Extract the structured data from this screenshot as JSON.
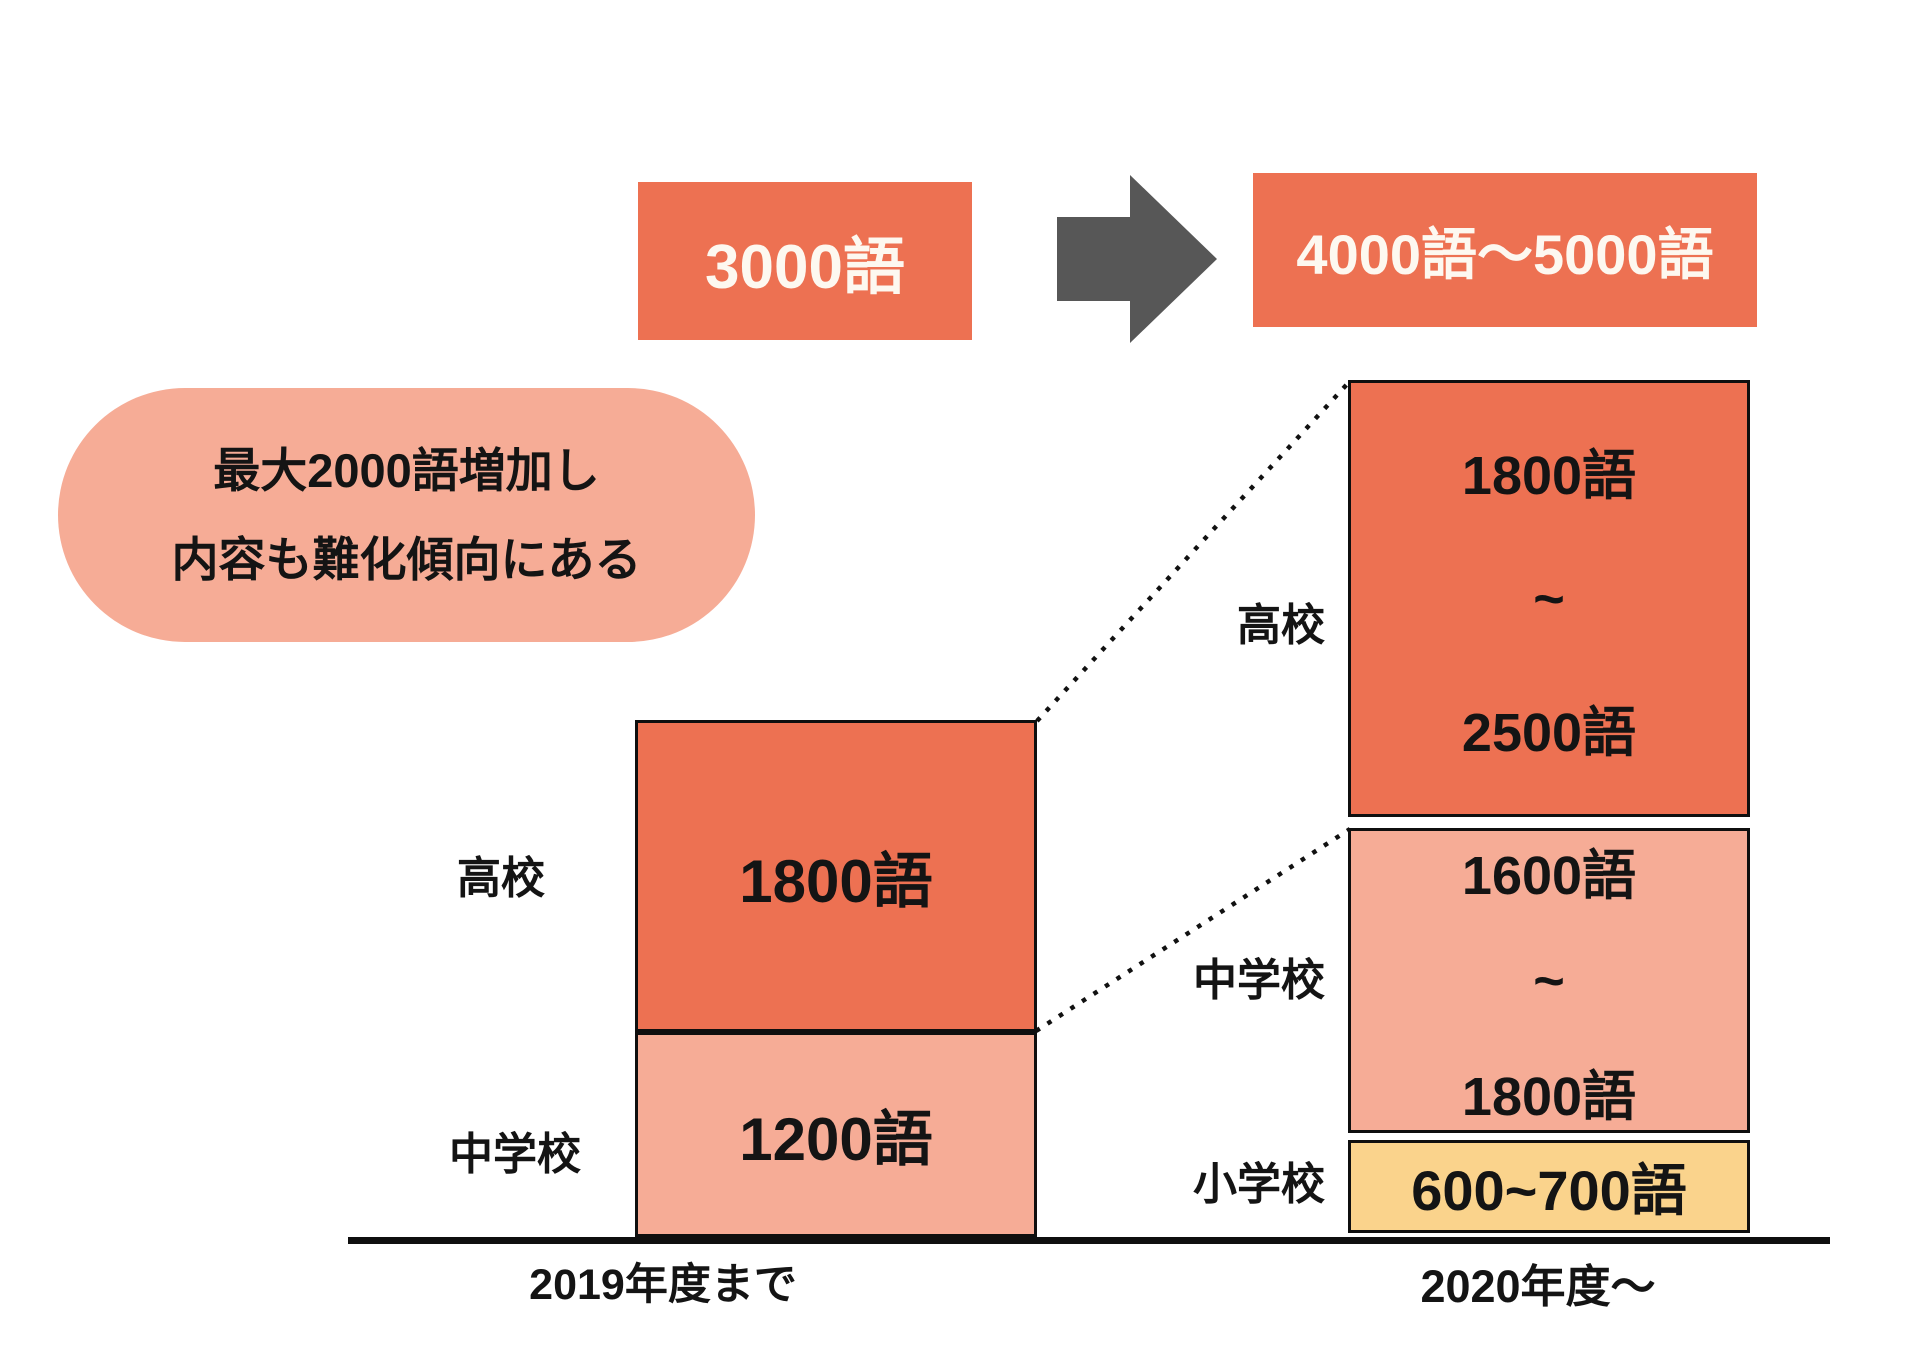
{
  "colors": {
    "orange": "#ED7152",
    "salmon": "#F6AC96",
    "yellow": "#FAD38C",
    "arrowgray": "#575757",
    "ink": "#141414",
    "cream": "#FDF8F0",
    "paper": "#FFFFFF"
  },
  "summary": {
    "before_total": "3000語",
    "after_total": "4000語〜5000語"
  },
  "callout": {
    "line1": "最大2000語増加し",
    "line2": "内容も難化傾向にある"
  },
  "bars": {
    "before": {
      "axis_label": "2019年度まで",
      "segments": [
        {
          "school": "高校",
          "lines": [
            "1800語"
          ]
        },
        {
          "school": "中学校",
          "lines": [
            "1200語"
          ]
        }
      ]
    },
    "after": {
      "axis_label": "2020年度〜",
      "segments": [
        {
          "school": "高校",
          "lines": [
            "1800語",
            "~",
            "2500語"
          ]
        },
        {
          "school": "中学校",
          "lines": [
            "1600語",
            "~",
            "1800語"
          ]
        },
        {
          "school": "小学校",
          "lines": [
            "600~700語"
          ]
        }
      ]
    }
  },
  "chart_data": {
    "type": "bar",
    "subtype": "stacked-column",
    "title": "",
    "unit": "語",
    "categories": [
      "2019年度まで",
      "2020年度〜"
    ],
    "series": [
      {
        "name": "高校",
        "color": "#ED7152",
        "values_min": [
          1800,
          1800
        ],
        "values_max": [
          1800,
          2500
        ],
        "labels": [
          "1800語",
          "1800語~2500語"
        ]
      },
      {
        "name": "中学校",
        "color": "#F6AC96",
        "values_min": [
          1200,
          1600
        ],
        "values_max": [
          1200,
          1800
        ],
        "labels": [
          "1200語",
          "1600語~1800語"
        ]
      },
      {
        "name": "小学校",
        "color": "#FAD38C",
        "values_min": [
          0,
          600
        ],
        "values_max": [
          0,
          700
        ],
        "labels": [
          "",
          "600~700語"
        ]
      }
    ],
    "totals": [
      "3000語",
      "4000語〜5000語"
    ],
    "annotations": [
      "最大2000語増加し",
      "内容も難化傾向にある"
    ],
    "legend": false,
    "axis": {
      "baseline_only": true,
      "gridlines": false
    }
  }
}
